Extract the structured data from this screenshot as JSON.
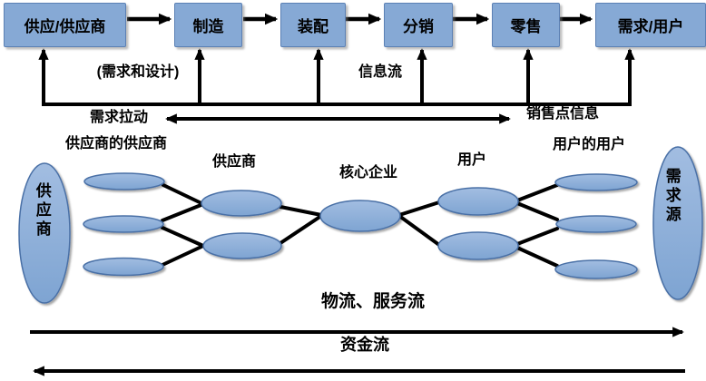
{
  "colors": {
    "background": "#ffffff",
    "box_fill": "#86a9d5",
    "box_stroke": "#5b80b4",
    "ellipse_fill": "#7ea4d2",
    "ellipse_fill_light": "#a2bde1",
    "ellipse_stroke": "#4a70a6",
    "line_color": "#000000",
    "text_color": "#000000"
  },
  "process_chain": {
    "boxes": [
      {
        "label": "供应/供应商"
      },
      {
        "label": "制造"
      },
      {
        "label": "装配"
      },
      {
        "label": "分销"
      },
      {
        "label": "零售"
      },
      {
        "label": "需求/用户"
      }
    ]
  },
  "flow_labels": {
    "demand_and_design": "(需求和设计)",
    "information_flow": "信息流",
    "demand_pull": "需求拉动",
    "pos_information": "销售点信息"
  },
  "network": {
    "left_source_label": "供应商",
    "right_demand_label": "需求源",
    "tier_labels": {
      "suppliers_supplier": "供应商的供应商",
      "supplier": "供应商",
      "core_enterprise": "核心企业",
      "user": "用户",
      "users_user": "用户的用户"
    }
  },
  "bottom_flows": {
    "logistics_service_flow": "物流、服务流",
    "capital_flow": "资金流"
  }
}
